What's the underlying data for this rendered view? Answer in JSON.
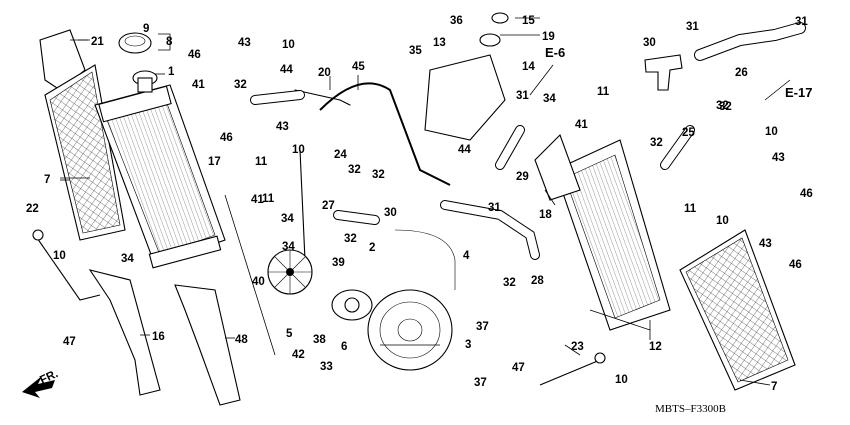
{
  "diagram": {
    "code": "MBTS–F3300B",
    "refs": {
      "e6": "E-6",
      "e17": "E-17",
      "fr": "FR."
    },
    "callouts": [
      {
        "id": "c9",
        "text": "9"
      },
      {
        "id": "c8",
        "text": "8"
      },
      {
        "id": "c21",
        "text": "21"
      },
      {
        "id": "c46a",
        "text": "46"
      },
      {
        "id": "c43a",
        "text": "43"
      },
      {
        "id": "c10a",
        "text": "10"
      },
      {
        "id": "c1",
        "text": "1"
      },
      {
        "id": "c41a",
        "text": "41"
      },
      {
        "id": "c32a",
        "text": "32"
      },
      {
        "id": "c44a",
        "text": "44"
      },
      {
        "id": "c20",
        "text": "20"
      },
      {
        "id": "c45",
        "text": "45"
      },
      {
        "id": "c36",
        "text": "36"
      },
      {
        "id": "c15",
        "text": "15"
      },
      {
        "id": "c13",
        "text": "13"
      },
      {
        "id": "c19",
        "text": "19"
      },
      {
        "id": "c35",
        "text": "35"
      },
      {
        "id": "c14",
        "text": "14"
      },
      {
        "id": "c31a",
        "text": "31"
      },
      {
        "id": "c30",
        "text": "30"
      },
      {
        "id": "c31b",
        "text": "31"
      },
      {
        "id": "c26",
        "text": "26"
      },
      {
        "id": "c7a",
        "text": "7"
      },
      {
        "id": "c43b",
        "text": "43"
      },
      {
        "id": "c46b",
        "text": "46"
      },
      {
        "id": "c10b",
        "text": "10"
      },
      {
        "id": "c17",
        "text": "17"
      },
      {
        "id": "c11a",
        "text": "11"
      },
      {
        "id": "c24",
        "text": "24"
      },
      {
        "id": "c44b",
        "text": "44"
      },
      {
        "id": "c31c",
        "text": "31"
      },
      {
        "id": "c34a",
        "text": "34"
      },
      {
        "id": "c11b",
        "text": "11"
      },
      {
        "id": "c41b",
        "text": "41"
      },
      {
        "id": "c32b",
        "text": "32"
      },
      {
        "id": "c25",
        "text": "25"
      },
      {
        "id": "c22",
        "text": "22"
      },
      {
        "id": "c11c",
        "text": "11"
      },
      {
        "id": "c41c",
        "text": "41"
      },
      {
        "id": "c34b",
        "text": "34"
      },
      {
        "id": "c27",
        "text": "27"
      },
      {
        "id": "c32c",
        "text": "32"
      },
      {
        "id": "c30b",
        "text": "30"
      },
      {
        "id": "c32d",
        "text": "32"
      },
      {
        "id": "c29",
        "text": "29"
      },
      {
        "id": "c32e",
        "text": "32"
      },
      {
        "id": "c31d",
        "text": "31"
      },
      {
        "id": "c18",
        "text": "18"
      },
      {
        "id": "c10c",
        "text": "10"
      },
      {
        "id": "c43c",
        "text": "43"
      },
      {
        "id": "c46c",
        "text": "46"
      },
      {
        "id": "c11d",
        "text": "11"
      },
      {
        "id": "c10d",
        "text": "10"
      },
      {
        "id": "c43d",
        "text": "43"
      },
      {
        "id": "c46d",
        "text": "46"
      },
      {
        "id": "c10e",
        "text": "10"
      },
      {
        "id": "c34c",
        "text": "34"
      },
      {
        "id": "c32f",
        "text": "32"
      },
      {
        "id": "c2",
        "text": "2"
      },
      {
        "id": "c39",
        "text": "39"
      },
      {
        "id": "c40",
        "text": "40"
      },
      {
        "id": "c4",
        "text": "4"
      },
      {
        "id": "c32g",
        "text": "32"
      },
      {
        "id": "c28",
        "text": "28"
      },
      {
        "id": "c16",
        "text": "16"
      },
      {
        "id": "c48",
        "text": "48"
      },
      {
        "id": "c47a",
        "text": "47"
      },
      {
        "id": "c5",
        "text": "5"
      },
      {
        "id": "c38",
        "text": "38"
      },
      {
        "id": "c6",
        "text": "6"
      },
      {
        "id": "c37a",
        "text": "37"
      },
      {
        "id": "c3",
        "text": "3"
      },
      {
        "id": "c12",
        "text": "12"
      },
      {
        "id": "c42",
        "text": "42"
      },
      {
        "id": "c33",
        "text": "33"
      },
      {
        "id": "c23",
        "text": "23"
      },
      {
        "id": "c47b",
        "text": "47"
      },
      {
        "id": "c37b",
        "text": "37"
      },
      {
        "id": "c10f",
        "text": "10"
      },
      {
        "id": "c7b",
        "text": "7"
      },
      {
        "id": "c32h",
        "text": "32"
      },
      {
        "id": "c34d",
        "text": "34"
      }
    ]
  }
}
